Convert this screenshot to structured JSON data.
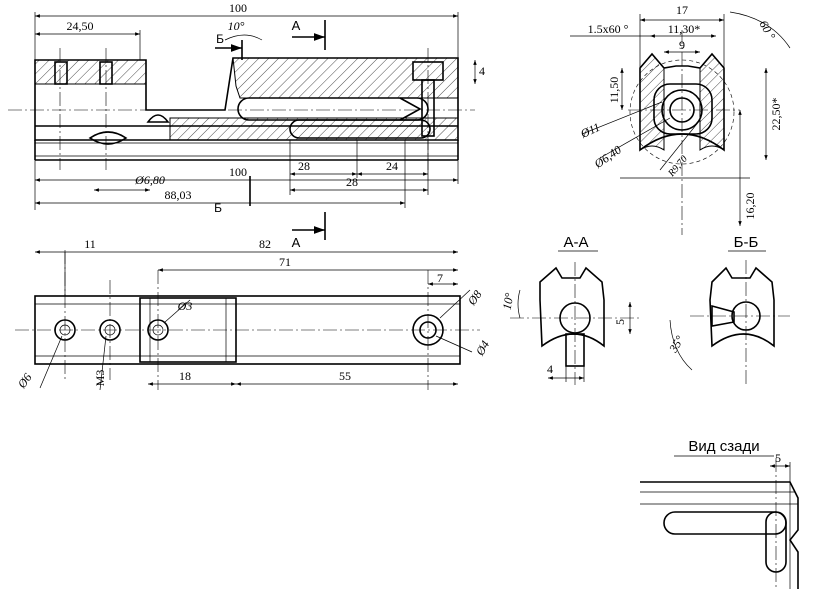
{
  "side_view": {
    "dims": {
      "overall_length": "100",
      "left_offset": "24,50",
      "angle_top": "10°",
      "height_right": "4",
      "bottom_100": "100",
      "slot_a": "28",
      "slot_b": "28",
      "slot_c": "24",
      "hole_dia": "Ø6,80",
      "length_b": "88,03"
    },
    "cut_a_label": "А",
    "cut_b_label": "Б"
  },
  "top_view": {
    "dims": {
      "d11": "11",
      "d82": "82",
      "d71": "71",
      "d7": "7",
      "d18": "18",
      "d55": "55",
      "hole3": "Ø3",
      "hole8": "Ø8",
      "hole4": "Ø4",
      "hole6": "Ø6",
      "thread": "M3"
    }
  },
  "end_view": {
    "dims": {
      "d17": "17",
      "chamfer": "1.5x60 °",
      "d11_30": "11,30*",
      "d9": "9",
      "ang60": "60 °",
      "d11_50": "11,50",
      "d22_50": "22,50*",
      "dia11": "Ø11",
      "dia6_40": "Ø6,40",
      "r9_70": "R9,70",
      "d16_20": "16,20"
    }
  },
  "section_aa": {
    "title": "А-А",
    "dims": {
      "ang10": "10°",
      "d5": "5",
      "d4": "4"
    }
  },
  "section_bb": {
    "title": "Б-Б",
    "dims": {
      "ang35": "35°"
    }
  },
  "rear_view": {
    "title": "Вид сзади",
    "dims": {
      "d5": "5"
    }
  }
}
